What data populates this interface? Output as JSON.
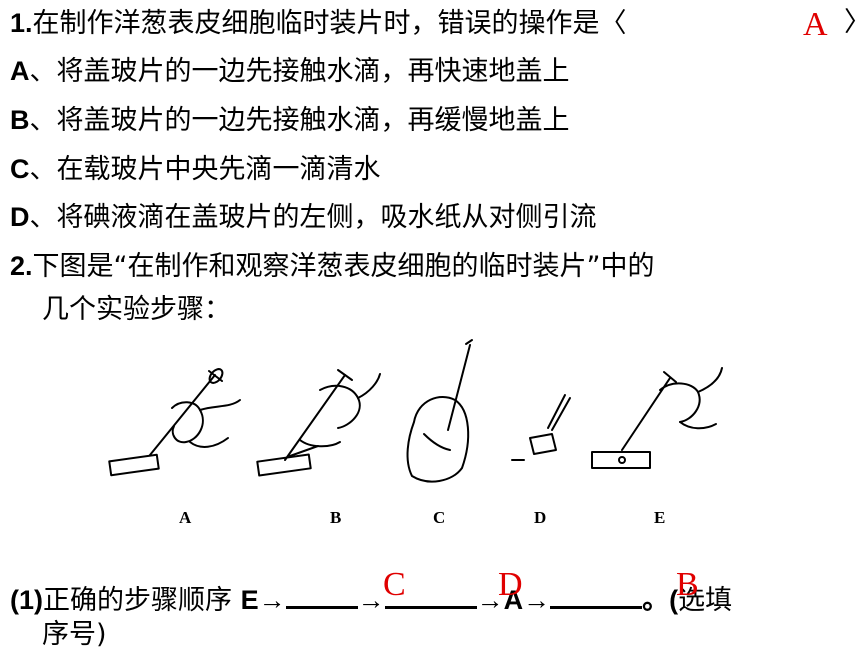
{
  "q1": {
    "number": "1.",
    "stem": "在制作洋葱表皮细胞临时装片时，错误的操作是",
    "bracket_open": "〈",
    "bracket_close": "〉",
    "answer": "A",
    "options": [
      {
        "key": "A",
        "text": "、将盖玻片的一边先接触水滴，再快速地盖上"
      },
      {
        "key": "B",
        "text": "、将盖玻片的一边先接触水滴，再缓慢地盖上"
      },
      {
        "key": "C",
        "text": "、在载玻片中央先滴一滴清水"
      },
      {
        "key": "D",
        "text": "、将碘液滴在盖玻片的左侧，吸水纸从对侧引流"
      }
    ]
  },
  "q2": {
    "number": "2.",
    "stem_line1": "下图是“在制作和观察洋葱表皮细胞的临时装片”中的",
    "stem_line2": "几个实验步骤：",
    "figure_labels": [
      "A",
      "B",
      "C",
      "D",
      "E"
    ],
    "sub1": {
      "number": "(1)",
      "prefix": "正确的步骤顺序",
      "start": "E→",
      "arrow": "→",
      "arrow_a": "→A→",
      "suffix": "。(",
      "note_tail": "选填",
      "note_line2": "序号)",
      "answers": [
        "C",
        "D",
        "B"
      ]
    }
  }
}
